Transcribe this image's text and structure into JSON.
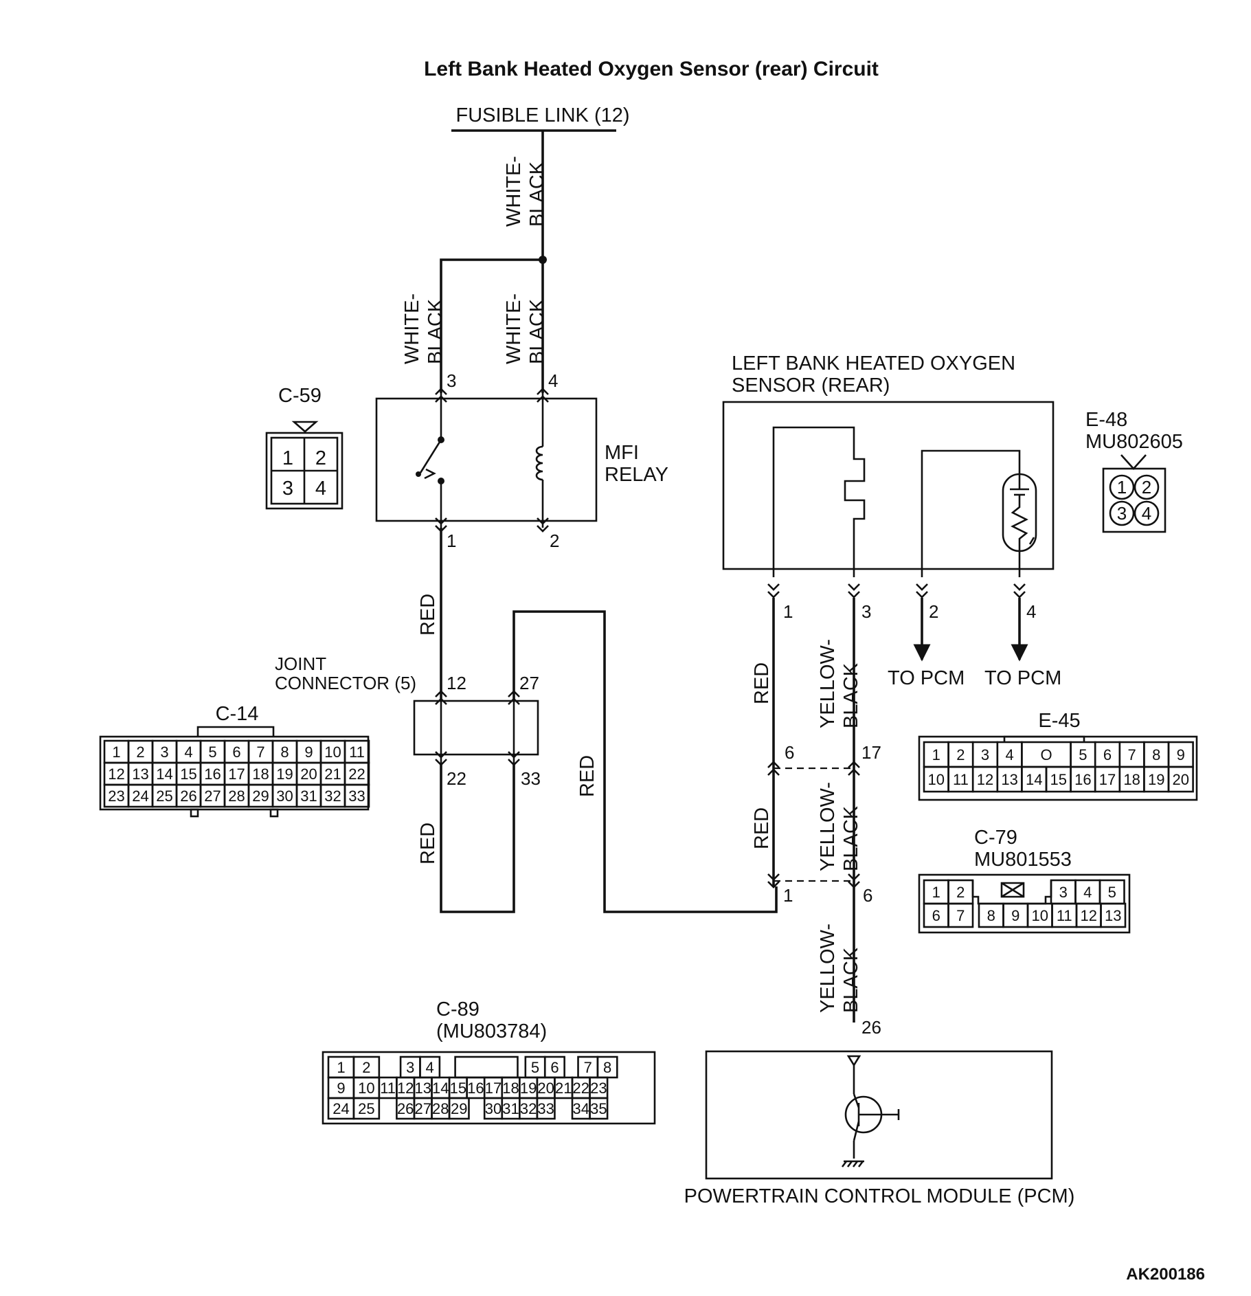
{
  "title": "Left Bank Heated Oxygen Sensor (rear) Circuit",
  "figure_id": "AK200186",
  "fusible_link": "FUSIBLE LINK (12)",
  "wires": {
    "white_black_1": "WHITE-",
    "white_black_2": "BLACK",
    "red": "RED",
    "yellow_black_1": "YELLOW-",
    "yellow_black_2": "BLACK"
  },
  "mfi_relay": {
    "label_line1": "MFI",
    "label_line2": "RELAY",
    "pins": [
      "3",
      "4",
      "1",
      "2"
    ]
  },
  "sensor": {
    "label_line1": "LEFT BANK HEATED OXYGEN",
    "label_line2": "SENSOR (REAR)",
    "pins": [
      "1",
      "3",
      "2",
      "4"
    ],
    "to_pcm": "TO PCM"
  },
  "joint_connector": {
    "label_line1": "JOINT",
    "label_line2": "CONNECTOR (5)",
    "pins": [
      "12",
      "27",
      "22",
      "33"
    ]
  },
  "intermediate_pins": {
    "upper": [
      "6",
      "17"
    ],
    "lower": [
      "1",
      "6"
    ]
  },
  "pcm": {
    "label": "POWERTRAIN CONTROL MODULE (PCM)",
    "pin": "26"
  },
  "connectors": {
    "c59": {
      "name": "C-59",
      "cells": [
        "1",
        "2",
        "3",
        "4"
      ]
    },
    "e48": {
      "name": "E-48",
      "part": "MU802605",
      "cells": [
        "1",
        "2",
        "3",
        "4"
      ]
    },
    "c14": {
      "name": "C-14",
      "rows": [
        [
          "1",
          "2",
          "3",
          "4",
          "5",
          "6",
          "7",
          "8",
          "9",
          "10",
          "11"
        ],
        [
          "12",
          "13",
          "14",
          "15",
          "16",
          "17",
          "18",
          "19",
          "20",
          "21",
          "22"
        ],
        [
          "23",
          "24",
          "25",
          "26",
          "27",
          "28",
          "29",
          "30",
          "31",
          "32",
          "33"
        ]
      ]
    },
    "e45": {
      "name": "E-45",
      "rows": [
        [
          "1",
          "2",
          "3",
          "4",
          "O",
          "5",
          "6",
          "7",
          "8",
          "9"
        ],
        [
          "10",
          "11",
          "12",
          "13",
          "14",
          "15",
          "16",
          "17",
          "18",
          "19",
          "20"
        ]
      ]
    },
    "c79": {
      "name": "C-79",
      "part": "MU801553",
      "rows": [
        [
          "1",
          "2",
          "3",
          "4",
          "5"
        ],
        [
          "6",
          "7",
          "8",
          "9",
          "10",
          "11",
          "12",
          "13"
        ]
      ]
    },
    "c89": {
      "name": "C-89",
      "part": "(MU803784)",
      "rows": [
        [
          "1",
          "2",
          "3",
          "4",
          "5",
          "6",
          "7",
          "8"
        ],
        [
          "9",
          "10",
          "11",
          "12",
          "13",
          "14",
          "15",
          "16",
          "17",
          "18",
          "19",
          "20",
          "21",
          "22",
          "23"
        ],
        [
          "24",
          "25",
          "26",
          "27",
          "28",
          "29",
          "30",
          "31",
          "32",
          "33",
          "34",
          "35"
        ]
      ]
    }
  }
}
